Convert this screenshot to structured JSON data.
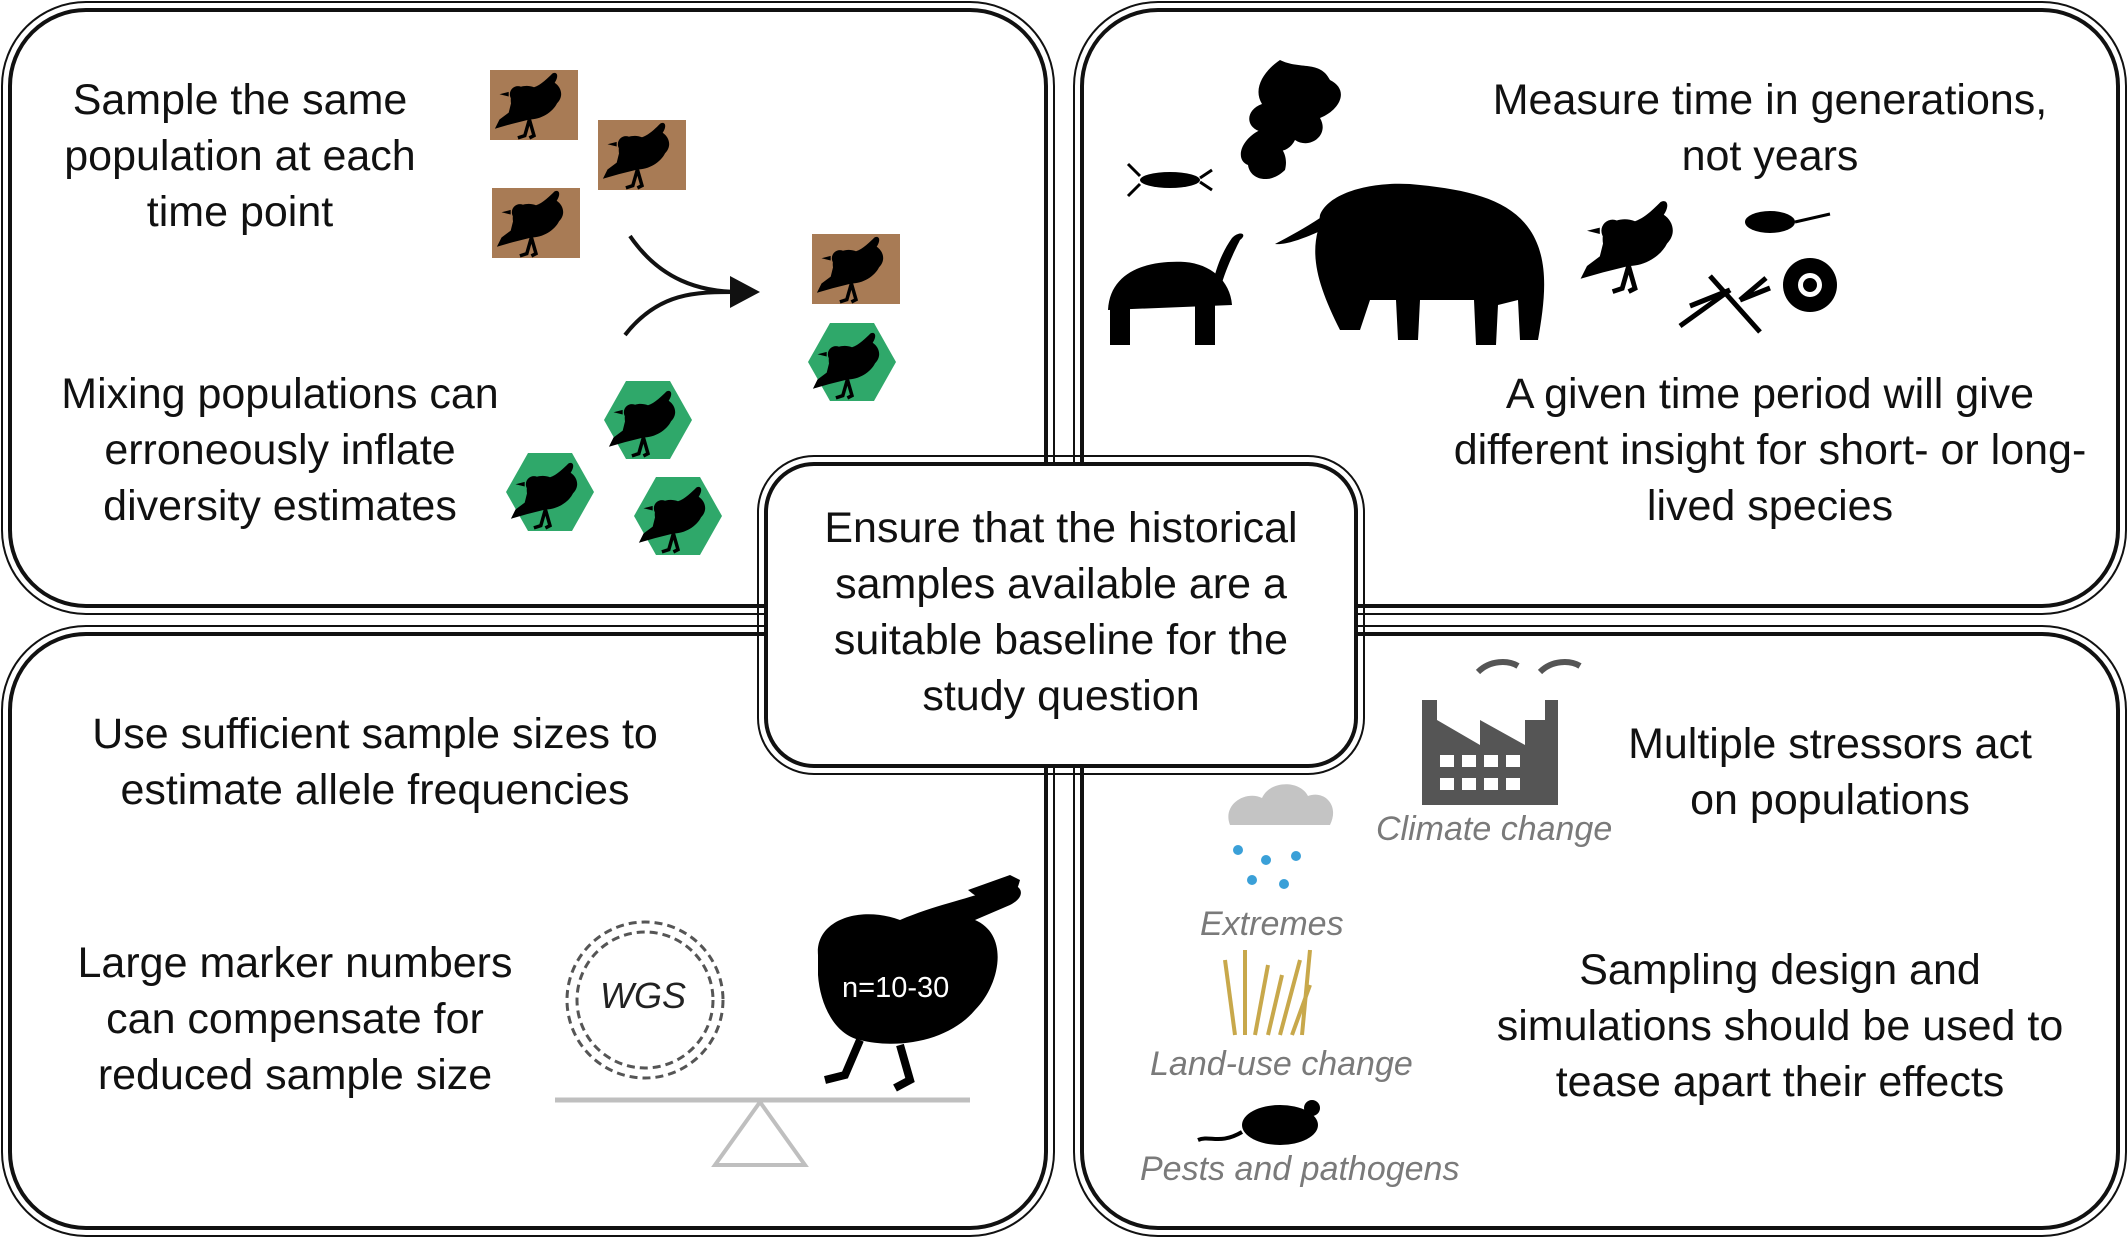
{
  "center": {
    "text": "Ensure that the historical samples available are a suitable baseline for the study question"
  },
  "top_left": {
    "text1": "Sample the same population at each time point",
    "text2": "Mixing populations can erroneously inflate diversity estimates"
  },
  "top_right": {
    "text1": "Measure time in generations, not years",
    "text2": "A given time period will give different insight for short- or long-lived species"
  },
  "bottom_left": {
    "text1": "Use sufficient sample sizes to estimate allele frequencies",
    "text2": "Large marker numbers can compensate for reduced sample size",
    "wgs_label": "WGS",
    "n_label": "n=10-30"
  },
  "bottom_right": {
    "text1": "Multiple stressors act on populations",
    "text2": "Sampling design and simulations should be used to tease apart their effects",
    "stressors": {
      "climate": "Climate change",
      "extremes": "Extremes",
      "landuse": "Land-use change",
      "pests": "Pests and pathogens"
    }
  },
  "colors": {
    "brown_square": "#a87b55",
    "green_hexagon": "#2fa86a",
    "factory_gray": "#555555",
    "cloud_gray": "#c4c4c4",
    "rain_blue": "#3aa0d8",
    "grass_tan": "#c8a84b",
    "scale_gray": "#bfbfbf",
    "stressor_label": "#7a7a7a"
  }
}
